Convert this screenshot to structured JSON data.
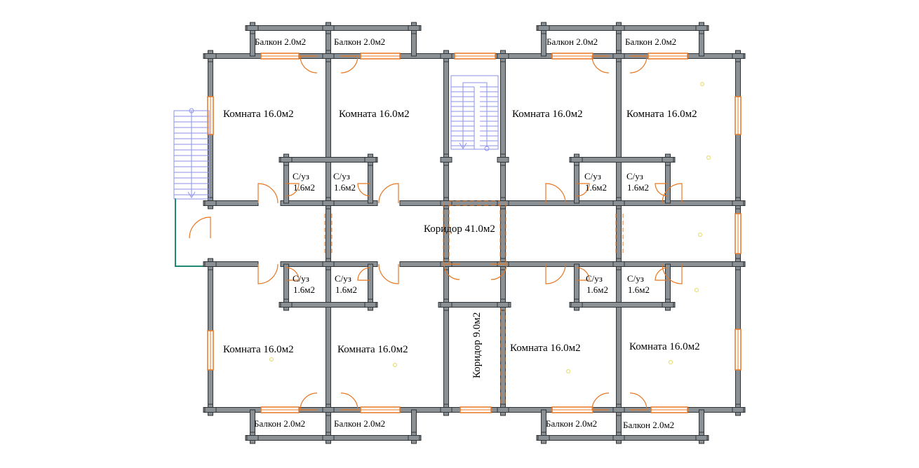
{
  "colors": {
    "wall": "#8a9094",
    "wall_edge": "#2e3438",
    "window": "#e87722",
    "stair": "#8e92e8",
    "glazing": "#1f8a73",
    "door": "#e87722",
    "lamp": "#e8e07a"
  },
  "rooms": {
    "top_1": "Комната 16.0м2",
    "top_2": "Комната 16.0м2",
    "top_3": "Комната 16.0м2",
    "top_4": "Комната 16.0м2",
    "bottom_1": "Комната 16.0м2",
    "bottom_2": "Комната 16.0м2",
    "bottom_3": "Комната 16.0м2",
    "bottom_4": "Комната 16.0м2"
  },
  "balconies": {
    "top_1": "Балкон 2.0м2",
    "top_2": "Балкон 2.0м2",
    "top_3": "Балкон 2.0м2",
    "top_4": "Балкон 2.0м2",
    "bottom_1": "Балкон 2.0м2",
    "bottom_2": "Балкон 2.0м2",
    "bottom_3": "Балкон 2.0м2",
    "bottom_4": "Балкон 2.0м2"
  },
  "bathrooms": {
    "name": "С/уз",
    "area": "1.6м2"
  },
  "corridors": {
    "main": "Коридор 41.0м2",
    "vertical": "Коридор 9.0м2"
  }
}
